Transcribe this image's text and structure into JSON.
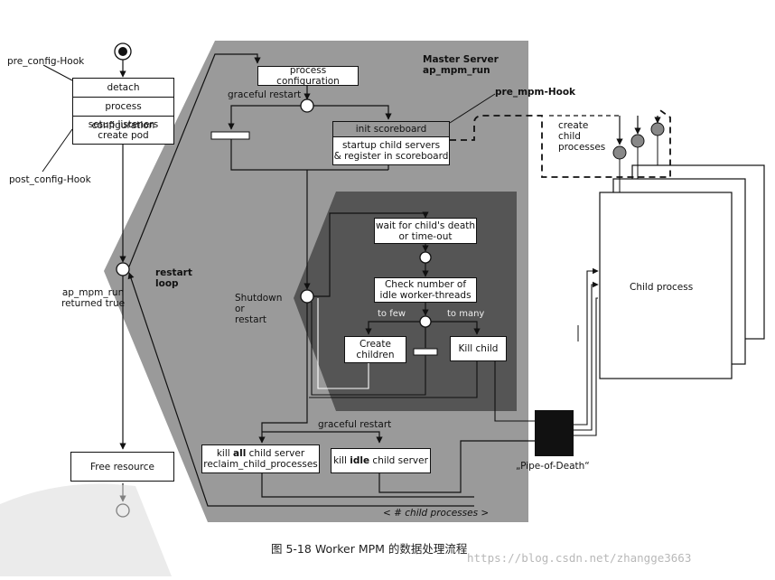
{
  "title_area": {
    "master_server": "Master Server",
    "ap_mpm_run": "ap_mpm_run",
    "pre_mpm_hook": "pre_mpm-Hook"
  },
  "left_column": {
    "pre_config_hook": "pre_config-Hook",
    "post_config_hook": "post_config-Hook",
    "detach": "detach",
    "process_configuration": "process configuration",
    "setup_listeners": "setup listeners",
    "create_pod": "create pod",
    "ap_mpm_run_returned_line1": "ap_mpm_run",
    "ap_mpm_run_returned_line2": "returned true",
    "free_resource": "Free resource",
    "restart_loop_line1": "restart",
    "restart_loop_line2": "loop"
  },
  "master": {
    "process_configuration": "process configuration",
    "graceful_restart_top": "graceful restart",
    "init_scoreboard": "init scoreboard",
    "startup_line1": "startup child servers",
    "startup_line2": "& register in scoreboard",
    "shutdown_line1": "Shutdown",
    "shutdown_line2": "or",
    "shutdown_line3": "restart",
    "graceful_restart_bottom": "graceful restart",
    "kill_all_prefix": "kill ",
    "kill_all_bold": "all",
    "kill_all_suffix": " child server",
    "reclaim": "reclaim_child_processes",
    "kill_idle_prefix": "kill ",
    "kill_idle_bold": "idle",
    "kill_idle_suffix": " child server",
    "num_child_processes": "< # child processes >"
  },
  "inner_loop": {
    "wait_line1": "wait for child's death",
    "wait_line2": "or time-out",
    "check_line1": "Check number of",
    "check_line2": "idle worker-threads",
    "to_few": "to few",
    "to_many": "to many",
    "create_children_line1": "Create",
    "create_children_line2": "children",
    "kill_child": "Kill child"
  },
  "right_side": {
    "create_line1": "create",
    "create_line2": "child",
    "create_line3": "processes",
    "child_process": "Child process",
    "pipe_of_death": "„Pipe-of-Death“"
  },
  "caption": "图 5-18   Worker MPM 的数据处理流程",
  "watermark_url": "https://blog.csdn.net/zhangge3663",
  "colors": {
    "master_bg": "#9a9a9a",
    "inner_bg": "#555555",
    "line": "#111111",
    "node_fill": "#888888"
  }
}
